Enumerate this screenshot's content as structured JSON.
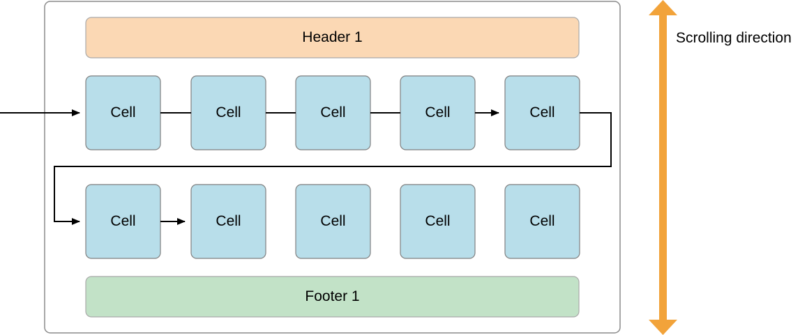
{
  "section": {
    "header_label": "Header 1",
    "footer_label": "Footer 1"
  },
  "cells": {
    "row1": [
      "Cell",
      "Cell",
      "Cell",
      "Cell",
      "Cell"
    ],
    "row2": [
      "Cell",
      "Cell",
      "Cell",
      "Cell",
      "Cell"
    ]
  },
  "scroll": {
    "label": "Scrolling direction"
  },
  "colors": {
    "container_border": "#8a8a8a",
    "container_fill": "#ffffff",
    "header_fill": "#fbd8b4",
    "header_border": "#a9a9a9",
    "footer_fill": "#c2e2c7",
    "footer_border": "#a9a9a9",
    "cell_fill": "#b8deea",
    "cell_border": "#7f7f7f",
    "arrow": "#000000",
    "scroll_arrow": "#f2a33a"
  }
}
